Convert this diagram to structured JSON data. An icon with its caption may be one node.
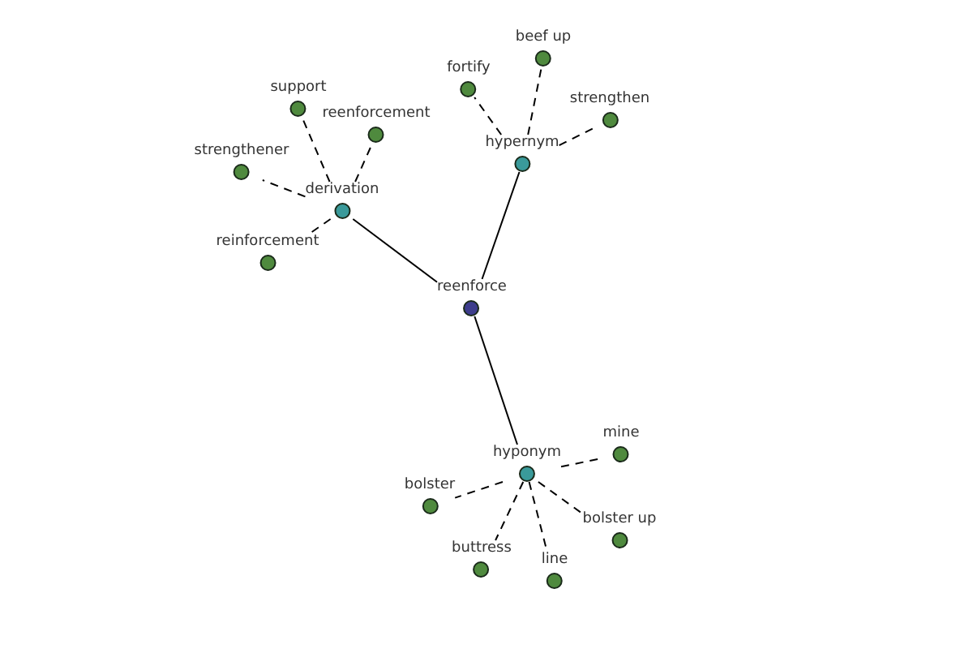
{
  "diagram": {
    "nodes": [
      {
        "text": [
          "reenforce"
        ]
      },
      {
        "text": [
          "derivation"
        ]
      },
      {
        "text": [
          "hypernym"
        ]
      },
      {
        "text": [
          "hyponym"
        ]
      },
      {
        "text": [
          "support"
        ]
      },
      {
        "text": [
          "reenforcement"
        ]
      },
      {
        "text": [
          "strengthener"
        ]
      },
      {
        "text": [
          "reinforcement"
        ]
      },
      {
        "text": [
          "fortify"
        ]
      },
      {
        "text": [
          "beef up"
        ]
      },
      {
        "text": [
          "strengthen"
        ]
      },
      {
        "text": [
          "mine"
        ]
      },
      {
        "text": [
          "bolster"
        ]
      },
      {
        "text": [
          "bolster up"
        ]
      },
      {
        "text": [
          "buttress"
        ]
      },
      {
        "text": [
          "line"
        ]
      }
    ],
    "edges": [
      {
        "from": 0,
        "to": 1,
        "arrow": "none"
      },
      {
        "from": 0,
        "to": 2,
        "arrow": "none"
      },
      {
        "from": 0,
        "to": 3,
        "arrow": "none"
      },
      {
        "from": 1,
        "to": 4,
        "arrow": "none",
        "style": "dashed"
      },
      {
        "from": 1,
        "to": 5,
        "arrow": "none",
        "style": "dashed"
      },
      {
        "from": 1,
        "to": 6,
        "arrow": "none",
        "style": "dashed"
      },
      {
        "from": 1,
        "to": 7,
        "arrow": "none",
        "style": "dashed"
      },
      {
        "from": 2,
        "to": 8,
        "arrow": "none",
        "style": "dashed"
      },
      {
        "from": 2,
        "to": 9,
        "arrow": "none",
        "style": "dashed"
      },
      {
        "from": 2,
        "to": 10,
        "arrow": "none",
        "style": "dashed"
      },
      {
        "from": 3,
        "to": 11,
        "arrow": "none",
        "style": "dashed"
      },
      {
        "from": 3,
        "to": 12,
        "arrow": "none",
        "style": "dashed"
      },
      {
        "from": 3,
        "to": 13,
        "arrow": "none",
        "style": "dashed"
      },
      {
        "from": 3,
        "to": 14,
        "arrow": "none",
        "style": "dashed"
      },
      {
        "from": 3,
        "to": 15,
        "arrow": "none",
        "style": "dashed"
      }
    ]
  }
}
